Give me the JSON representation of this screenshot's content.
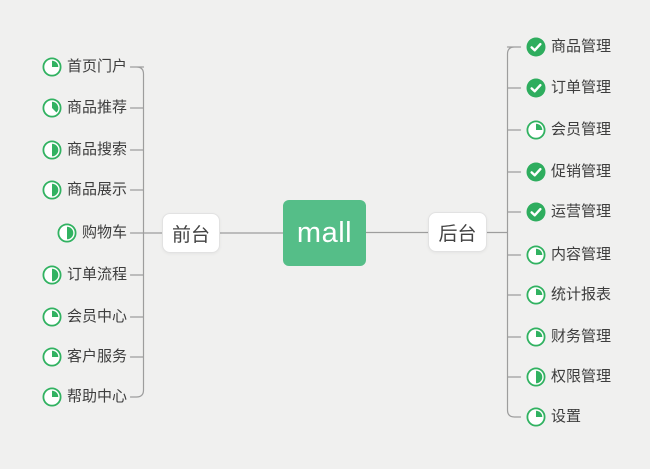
{
  "app": {
    "background_color": "#f0f0ef",
    "connector_color": "#9D9D9D",
    "text_color": "#3D3D3D"
  },
  "root": {
    "label": "mall",
    "fill_color": "#55BE88",
    "text_color": "#ffffff"
  },
  "branches": [
    {
      "label": "前台",
      "side": "left",
      "items": [
        {
          "label": "首页门户",
          "progress": 0.25
        },
        {
          "label": "商品推荐",
          "progress": 0.375
        },
        {
          "label": "商品搜索",
          "progress": 0.5
        },
        {
          "label": "商品展示",
          "progress": 0.5
        },
        {
          "label": "购物车",
          "progress": 0.5
        },
        {
          "label": "订单流程",
          "progress": 0.5
        },
        {
          "label": "会员中心",
          "progress": 0.25
        },
        {
          "label": "客户服务",
          "progress": 0.25
        },
        {
          "label": "帮助中心",
          "progress": 0.25
        }
      ]
    },
    {
      "label": "后台",
      "side": "right",
      "items": [
        {
          "label": "商品管理",
          "progress": 1
        },
        {
          "label": "订单管理",
          "progress": 1
        },
        {
          "label": "会员管理",
          "progress": 0.25
        },
        {
          "label": "促销管理",
          "progress": 1
        },
        {
          "label": "运营管理",
          "progress": 1
        },
        {
          "label": "内容管理",
          "progress": 0.25
        },
        {
          "label": "统计报表",
          "progress": 0.25
        },
        {
          "label": "财务管理",
          "progress": 0.25
        },
        {
          "label": "权限管理",
          "progress": 0.5
        },
        {
          "label": "设置",
          "progress": 0.25
        }
      ]
    }
  ],
  "progress_icons": {
    "partial_color": "#31B261",
    "done_color": "#2EAD5E",
    "done_glyph": "checkmark"
  }
}
